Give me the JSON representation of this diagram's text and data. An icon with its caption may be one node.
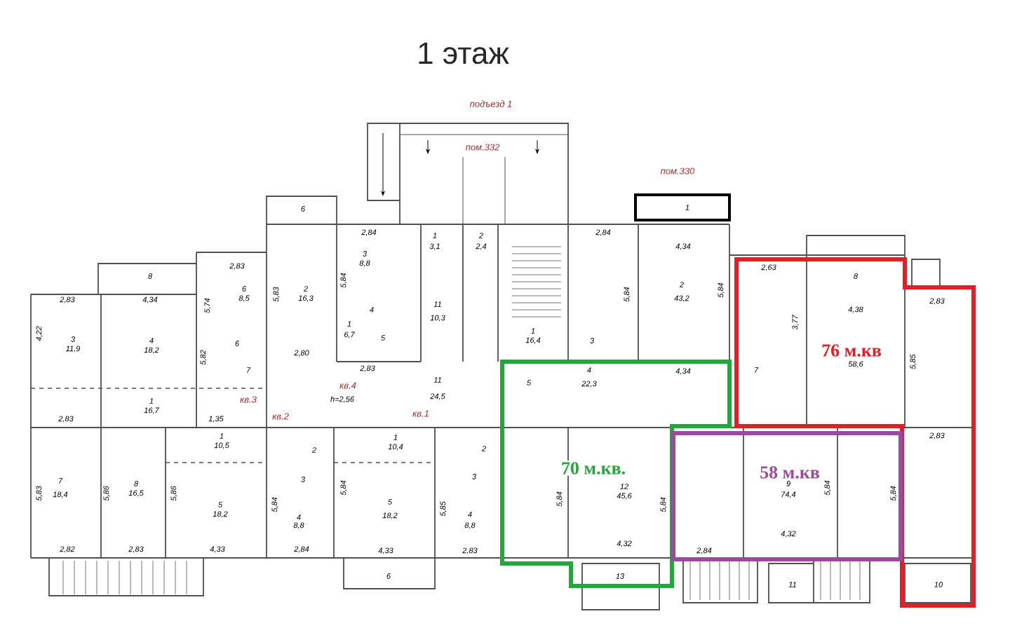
{
  "diagram": {
    "title": "1 этаж",
    "nodes": [
      {
        "text": [
          "76 м.кв"
        ]
      },
      {
        "text": [
          "70 м.кв."
        ]
      },
      {
        "text": [
          "58 м.кв"
        ]
      }
    ],
    "labels": [
      "подъезд 1",
      "пом.332",
      "пом.330",
      "6",
      "1",
      "2,84",
      "2,84",
      "1",
      "3,1",
      "2",
      "2,4",
      "4,34",
      "3",
      "8,8",
      "2,83",
      "2,63",
      "8",
      "8",
      "5,84",
      "2",
      "6",
      "2",
      "5,84",
      "5,83",
      "5,84",
      "43,2",
      "8,5",
      "16,3",
      "2,83",
      "4,34",
      "2,83",
      "11",
      "5,74",
      "4",
      "4,38",
      "10,3",
      "3,77",
      "1",
      "4,22",
      "1",
      "3",
      "4",
      "6,7",
      "5",
      "16,4",
      "3",
      "6",
      "11,9",
      "18,2",
      "2,80",
      "5,82",
      "58,6",
      "5,85",
      "2,83",
      "5",
      "4",
      "7",
      "7",
      "4,34",
      "11",
      "22,3",
      "кв.4",
      "24,5",
      "h=2,56",
      "кв.3",
      "1",
      "16,7",
      "кв.1",
      "кв.2",
      "2,83",
      "1,35",
      "2,83",
      "1",
      "1",
      "10,5",
      "10,4",
      "2",
      "2",
      "3",
      "3",
      "7",
      "8",
      "9",
      "12",
      "5,84",
      "5,84",
      "5,84",
      "5,84",
      "18,4",
      "16,5",
      "5,83",
      "5,86",
      "5,86",
      "74,4",
      "45,6",
      "5",
      "5,84",
      "5",
      "5,84",
      "5,85",
      "18,2",
      "18,2",
      "4",
      "4",
      "8,8",
      "8,8",
      "4,32",
      "4,32",
      "2,82",
      "2,83",
      "4,33",
      "2,84",
      "4,33",
      "2,83",
      "2,84",
      "6",
      "13",
      "11",
      "10"
    ]
  }
}
